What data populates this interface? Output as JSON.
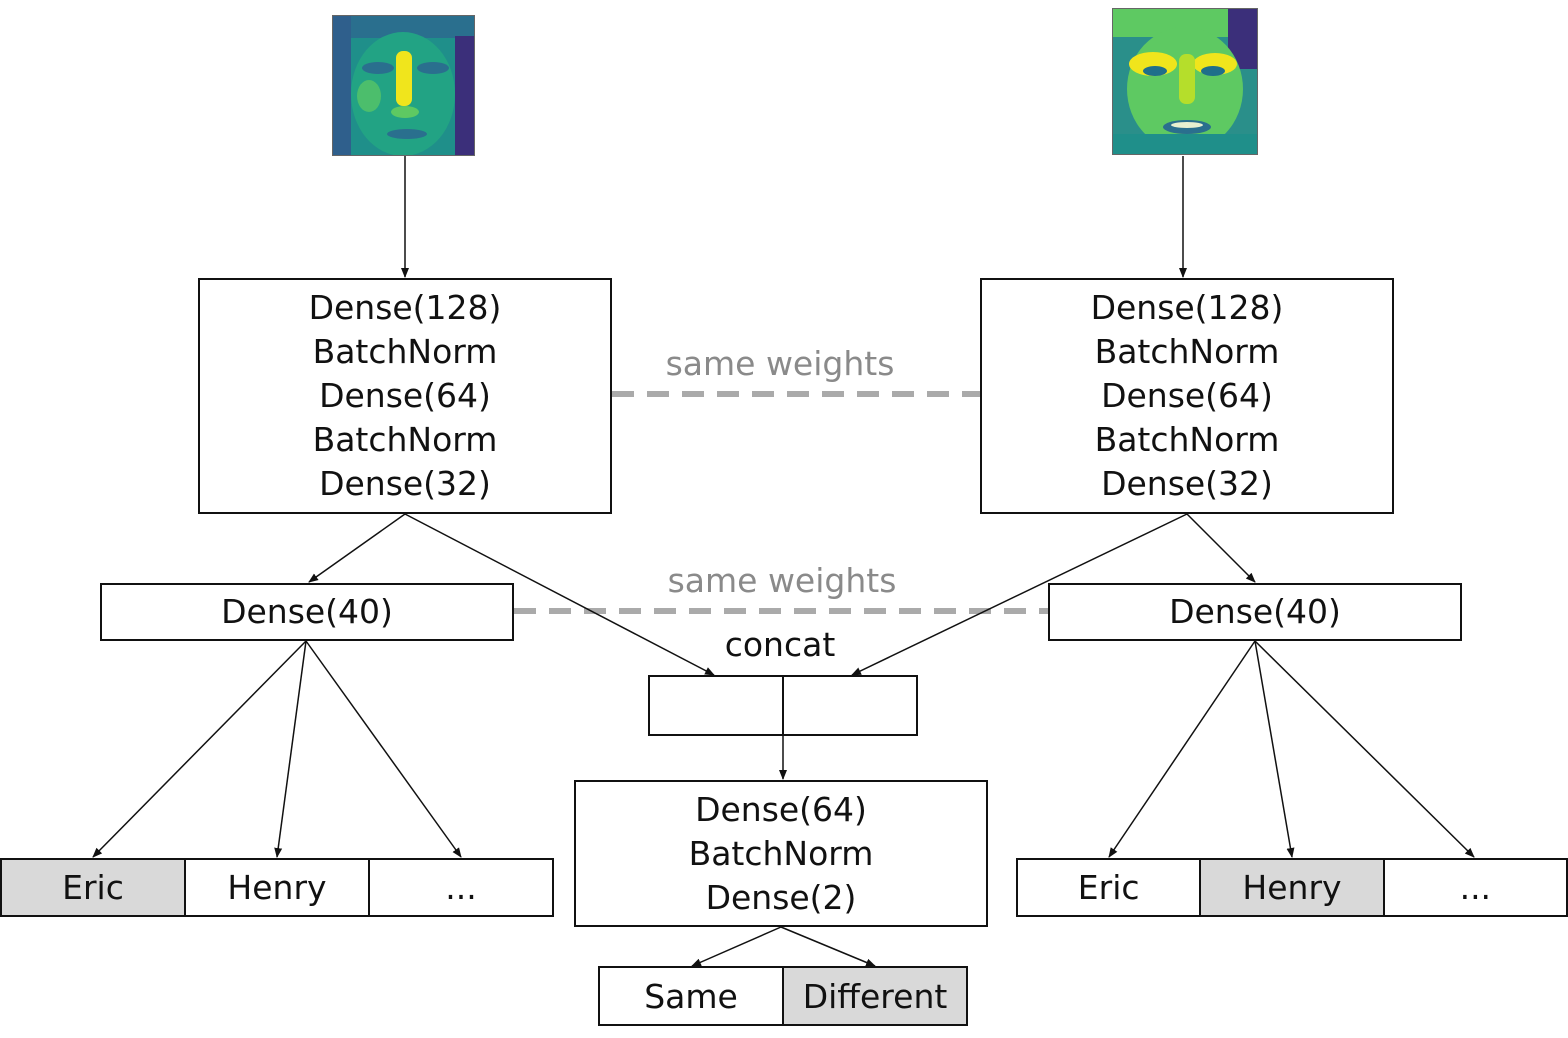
{
  "encoder_left": {
    "lines": [
      "Dense(128)",
      "BatchNorm",
      "Dense(64)",
      "BatchNorm",
      "Dense(32)"
    ]
  },
  "encoder_right": {
    "lines": [
      "Dense(128)",
      "BatchNorm",
      "Dense(64)",
      "BatchNorm",
      "Dense(32)"
    ]
  },
  "shared_top": "same weights",
  "shared_mid": "same weights",
  "classifier_left": {
    "label": "Dense(40)"
  },
  "classifier_right": {
    "label": "Dense(40)"
  },
  "concat_label": "concat",
  "head": {
    "lines": [
      "Dense(64)",
      "BatchNorm",
      "Dense(2)"
    ]
  },
  "outputs_left": [
    {
      "label": "Eric",
      "highlight": true
    },
    {
      "label": "Henry",
      "highlight": false
    },
    {
      "label": "...",
      "highlight": false
    }
  ],
  "outputs_right": [
    {
      "label": "Eric",
      "highlight": false
    },
    {
      "label": "Henry",
      "highlight": true
    },
    {
      "label": "...",
      "highlight": false
    }
  ],
  "outputs_head": [
    {
      "label": "Same",
      "highlight": false
    },
    {
      "label": "Different",
      "highlight": true
    }
  ],
  "colors": {
    "line": "#111111",
    "shared": "#aaaaaa",
    "highlight": "#d9d9d9",
    "face_low": "#3b2f7a",
    "face_mid": "#1fa187",
    "face_high": "#f0e51c"
  }
}
